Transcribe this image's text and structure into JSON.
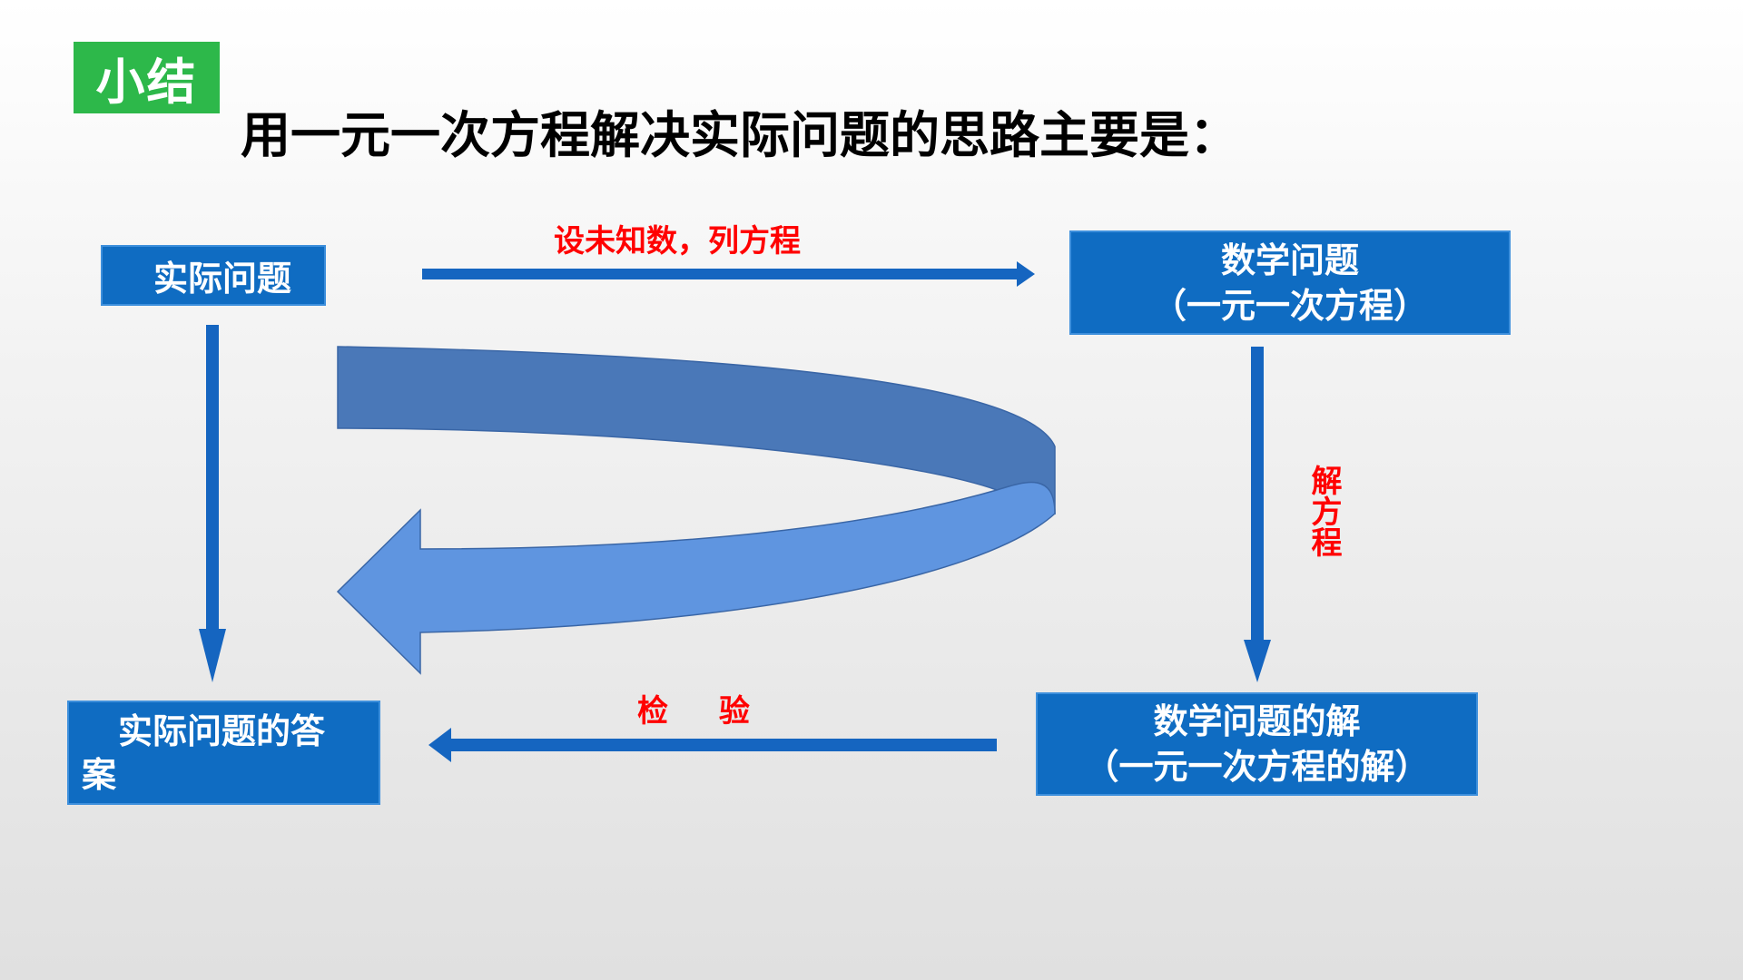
{
  "badge": "小结",
  "headline": "用一元一次方程解决实际问题的思路主要是：",
  "boxes": {
    "actual_problem": "实际问题",
    "math_problem_line1": "数学问题",
    "math_problem_line2": "（一元一次方程）",
    "math_solution_line1": "数学问题的解",
    "math_solution_line2": "（一元一次方程的解）",
    "actual_answer_line1": "实际问题的答",
    "actual_answer_line2": "案"
  },
  "arrow_labels": {
    "setup": "设未知数，列方程",
    "solve": "解方程",
    "check": "检 验"
  },
  "colors": {
    "badge": "#2db84a",
    "box": "#0f6cc2",
    "arrow": "#1565c0",
    "label": "#ff0000",
    "curve_dark": "#4a78b8",
    "curve_light": "#5f95e0"
  }
}
